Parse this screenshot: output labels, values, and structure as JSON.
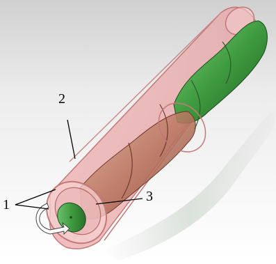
{
  "figure": {
    "callouts": [
      {
        "id": "1",
        "text": "1"
      },
      {
        "id": "2",
        "text": "2"
      },
      {
        "id": "3",
        "text": "3"
      }
    ],
    "colors": {
      "outer_tube": "#e9a3a3",
      "rotor_green": "#3f9b3f",
      "stator_core": "#b8745e",
      "shadow": "#d9d9d9"
    }
  }
}
